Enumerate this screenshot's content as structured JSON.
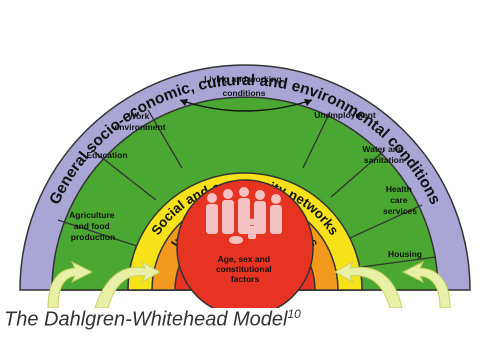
{
  "diagram": {
    "outer_band_label": "General socio-economic, cultural and environmental conditions",
    "living_conditions_label": [
      "Living and working",
      "conditions"
    ],
    "left_segments": [
      [
        "Agriculture",
        "and food",
        "production"
      ],
      [
        "Education"
      ],
      [
        "Work",
        "environment"
      ]
    ],
    "right_segments": [
      [
        "Unemployment"
      ],
      [
        "Water and",
        "sanitation"
      ],
      [
        "Health",
        "care",
        "services"
      ],
      [
        "Housing"
      ]
    ],
    "social_band_label": "Social and community networks",
    "individual_band_label": "Individual lifestyle factors",
    "core_label": [
      "Age, sex and",
      "constitutional",
      "factors"
    ]
  },
  "colors": {
    "outer_band": "#a9a6d6",
    "green_band": "#4aa832",
    "yellow_band": "#f7e21a",
    "orange_band": "#f39a1e",
    "core": "#e63322",
    "arrows": "#e8f0a8"
  },
  "caption": {
    "text": "The Dahlgren-Whitehead Model",
    "sup": "10"
  }
}
